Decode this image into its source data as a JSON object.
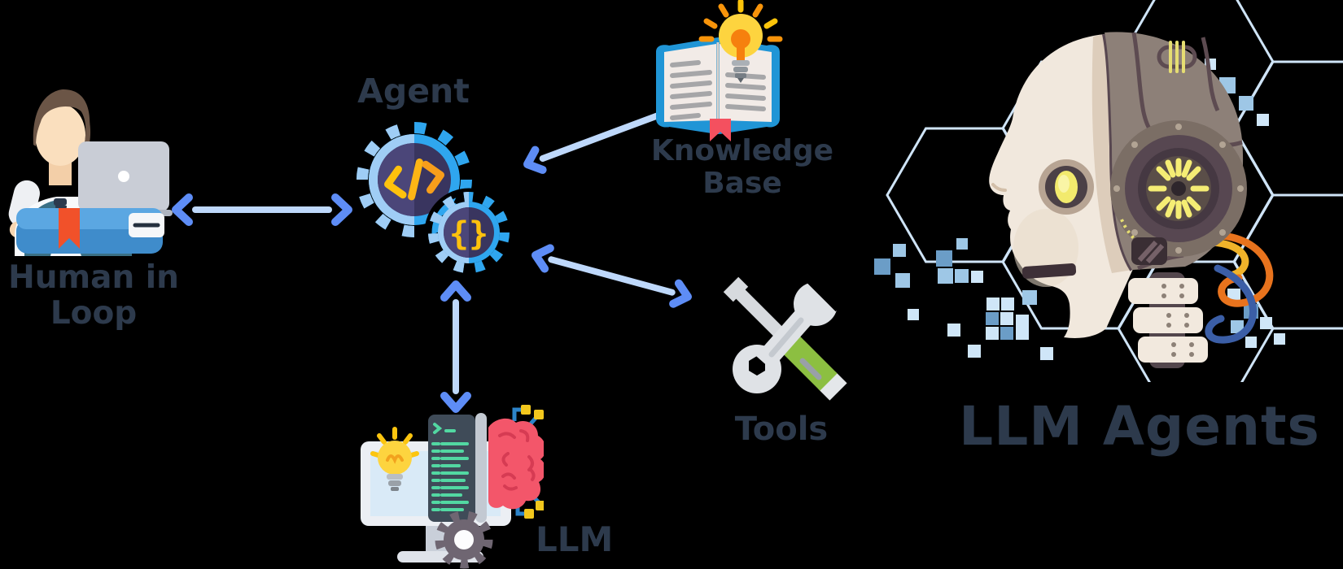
{
  "page": {
    "background_color": "#000000",
    "title": "LLM Agents diagram"
  },
  "diagram": {
    "nodes": {
      "human": {
        "label": "Human in Loop",
        "label_line1": "Human in",
        "label_line2": "Loop",
        "icon": "person-with-laptop-and-book-icon"
      },
      "agent": {
        "label": "Agent",
        "icon": "gears-with-code-symbols-icon",
        "symbols": [
          "</>",
          "{}"
        ]
      },
      "knowledge_base": {
        "label": "Knowledge Base",
        "label_line1": "Knowledge",
        "label_line2": "Base",
        "icon": "open-book-with-lightbulb-icon"
      },
      "tools": {
        "label": "Tools",
        "icon": "crossed-wrench-screwdriver-icon"
      },
      "llm": {
        "label": "LLM",
        "icon": "computer-code-brain-icon"
      }
    },
    "edges": [
      {
        "from": "human",
        "to": "agent",
        "bidirectional": true
      },
      {
        "from": "agent",
        "to": "knowledge_base",
        "bidirectional": true
      },
      {
        "from": "agent",
        "to": "tools",
        "bidirectional": true
      },
      {
        "from": "agent",
        "to": "llm",
        "bidirectional": true
      }
    ]
  },
  "illustration": {
    "name": "robot-head-with-hexagon-pattern",
    "title": "LLM Agents"
  },
  "colors": {
    "label_text": "#2d3a4c",
    "arrow_shaft": "#bed8fb",
    "arrow_head": "#5e8df6",
    "gear_blue_bright": "#2fa6ef",
    "gear_blue_light": "#9fcdf5",
    "gear_core_navy": "#3a3665",
    "code_yellow": "#fec20d",
    "code_orange": "#f79e1b",
    "book_cover_blue": "#2095d6",
    "bookmark_red": "#f4505f",
    "bulb_yellow": "#fdd43f",
    "ray_orange": "#f8940a",
    "tool_gray": "#dfe2e6",
    "handle_green": "#8cbf41",
    "terminal_dark": "#3f4b58",
    "terminal_green": "#52d8a2",
    "brain_pink": "#f3566a",
    "circuit_blue": "#2d84c9",
    "vest_teal": "#3a7086",
    "hexagon_blue": "#cfe4f7",
    "robot_face_cream": "#f1e8dd",
    "robot_mech_taupe": "#8d8078",
    "robot_glow_yellow": "#f5ed74"
  }
}
